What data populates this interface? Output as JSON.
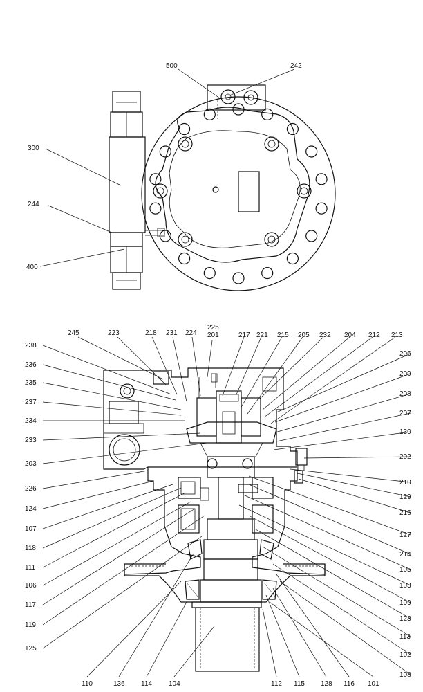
{
  "top_view": {
    "labels": [
      "500",
      "242",
      "300",
      "244",
      "400"
    ]
  },
  "section_view": {
    "labels_top": [
      "245",
      "223",
      "218",
      "231",
      "224",
      "225",
      "201",
      "217",
      "221",
      "215",
      "205",
      "232",
      "204",
      "212",
      "213"
    ],
    "labels_left": [
      "238",
      "236",
      "235",
      "237",
      "234",
      "233",
      "203",
      "226",
      "124",
      "107",
      "118",
      "111",
      "106",
      "117",
      "119",
      "125"
    ],
    "labels_right": [
      "206",
      "209",
      "208",
      "207",
      "130",
      "202",
      "210",
      "129",
      "216",
      "127",
      "214",
      "105",
      "103",
      "109",
      "123",
      "113",
      "102",
      "108"
    ],
    "labels_bottom": [
      "110",
      "136",
      "114",
      "104",
      "112",
      "115",
      "128",
      "116",
      "101"
    ]
  }
}
